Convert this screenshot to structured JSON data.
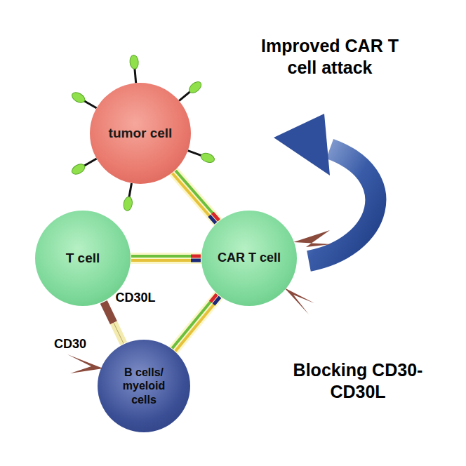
{
  "diagram": {
    "nodes": [
      {
        "text": [
          "tumor cell"
        ]
      },
      {
        "text": [
          "T cell"
        ]
      },
      {
        "text": [
          "CAR T cell"
        ]
      },
      {
        "text": [
          "B cells/ myeloid cells"
        ]
      }
    ],
    "edges": [
      {
        "from": 2,
        "to": 0,
        "arrow": "none"
      },
      {
        "from": 2,
        "to": 1,
        "arrow": "none"
      },
      {
        "from": 2,
        "to": 3,
        "arrow": "none"
      },
      {
        "from": 1,
        "to": 3,
        "arrow": "none"
      }
    ],
    "labels": [
      "Improved CAR T cell attack",
      "CD30L",
      "CD30",
      "Blocking CD30-CD30L"
    ]
  }
}
